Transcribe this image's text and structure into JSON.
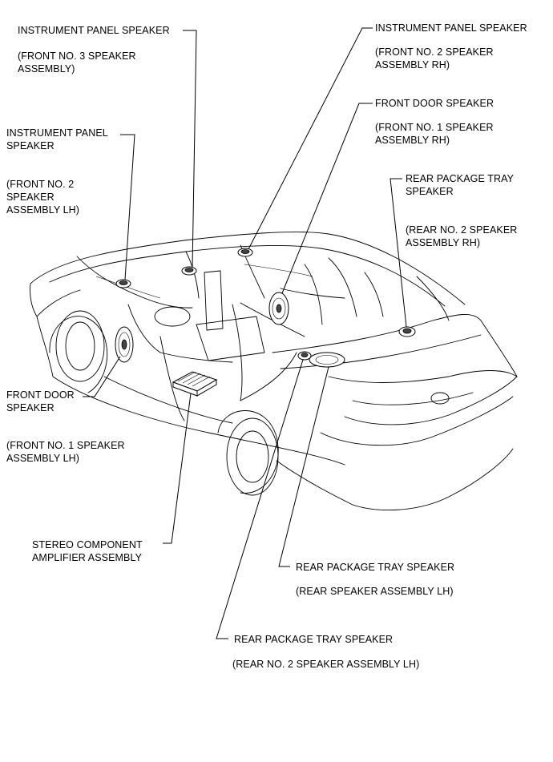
{
  "labels": {
    "ip_speaker_no3": {
      "title": "INSTRUMENT PANEL SPEAKER",
      "sub": "(FRONT NO. 3 SPEAKER\nASSEMBLY)"
    },
    "ip_speaker_no2_rh": {
      "title": "INSTRUMENT PANEL SPEAKER",
      "sub": "(FRONT NO. 2 SPEAKER\nASSEMBLY RH)"
    },
    "ip_speaker_no2_lh": {
      "title": "INSTRUMENT PANEL\nSPEAKER",
      "sub": "(FRONT NO. 2\nSPEAKER\nASSEMBLY LH)"
    },
    "front_door_speaker_rh": {
      "title": "FRONT DOOR SPEAKER",
      "sub": "(FRONT NO. 1 SPEAKER\nASSEMBLY RH)"
    },
    "rear_tray_speaker_rh": {
      "title": "REAR PACKAGE TRAY\nSPEAKER",
      "sub": "(REAR NO. 2 SPEAKER\nASSEMBLY RH)"
    },
    "front_door_speaker_lh": {
      "title": "FRONT DOOR\nSPEAKER",
      "sub": "(FRONT NO. 1 SPEAKER\nASSEMBLY LH)"
    },
    "amplifier": {
      "title": "STEREO COMPONENT\nAMPLIFIER ASSEMBLY"
    },
    "rear_tray_speaker_lh": {
      "title": "REAR PACKAGE TRAY SPEAKER",
      "sub": "(REAR SPEAKER ASSEMBLY LH)"
    },
    "rear_tray_speaker_no2_lh": {
      "title": "REAR PACKAGE TRAY SPEAKER",
      "sub": "(REAR NO. 2 SPEAKER ASSEMBLY LH)"
    }
  }
}
